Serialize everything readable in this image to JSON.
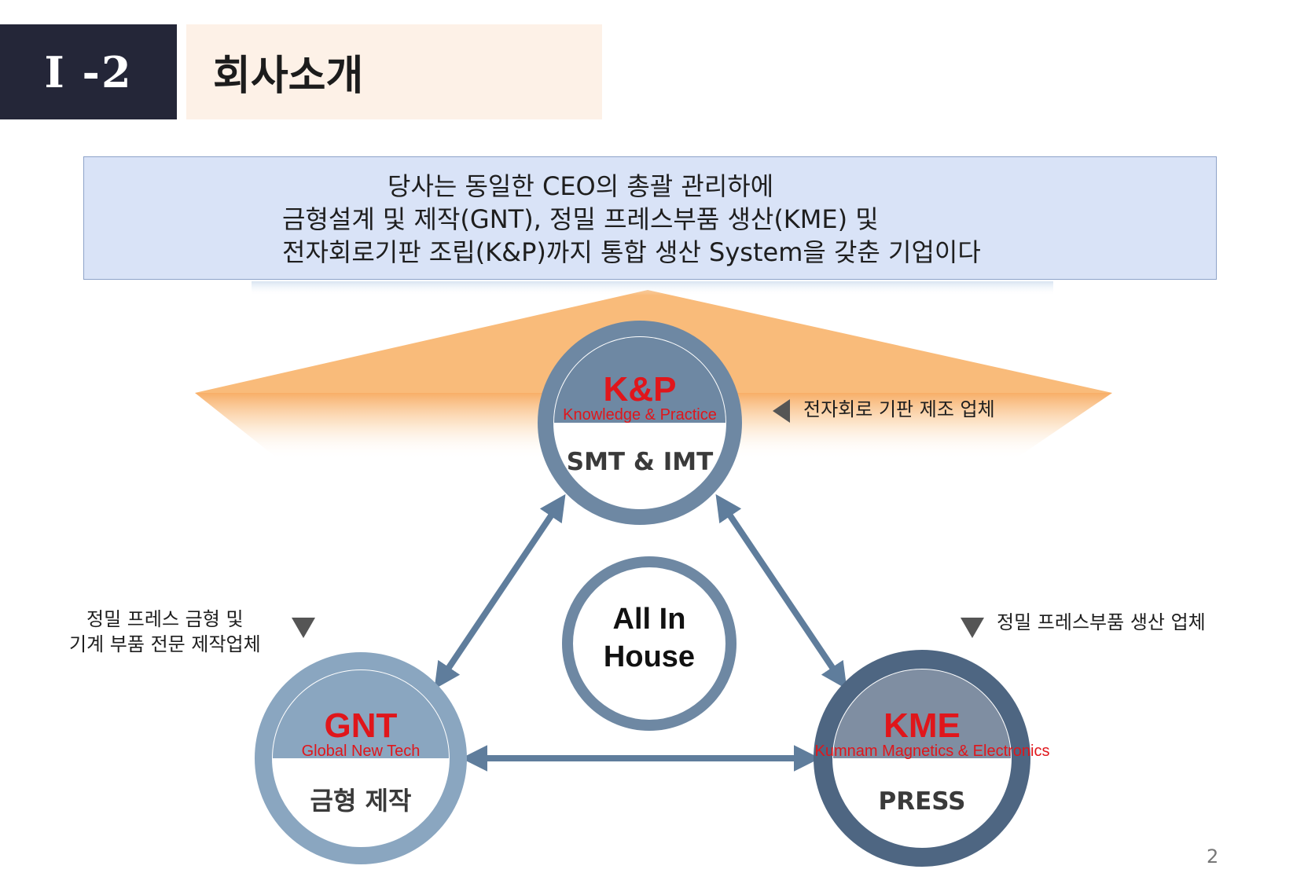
{
  "header": {
    "section_number": "I -2",
    "title": "회사소개"
  },
  "summary": {
    "lines": [
      "당사는 동일한 CEO의 총괄 관리하에",
      "금형설계 및 제작(GNT), 정밀 프레스부품 생산(KME) 및",
      "전자회로기판 조립(K&P)까지 통합 생산 System을 갖춘 기업이다"
    ]
  },
  "center": {
    "line1": "All In",
    "line2": "House"
  },
  "companies": {
    "kp": {
      "name": "K&P",
      "full_name": "Knowledge & Practice",
      "specialty": "SMT & IMT",
      "note": "전자회로 기판 제조 업체"
    },
    "gnt": {
      "name": "GNT",
      "full_name": "Global New Tech",
      "specialty": "금형 제작",
      "note_lines": [
        "정밀 프레스 금형 및",
        "기계 부품 전문 제작업체"
      ]
    },
    "kme": {
      "name": "KME",
      "full_name": "Kumnam Magnetics & Electronics",
      "specialty": "PRESS",
      "note": "정밀 프레스부품 생산 업체"
    }
  },
  "colors": {
    "header_dark": "#242638",
    "header_light": "#fdf1e7",
    "summary_bg": "#d9e3f7",
    "brand_red": "#e0161b",
    "ring_kp": "#6e88a3",
    "ring_gnt": "#8aa6c0",
    "ring_kme": "#4e6682",
    "arrow": "#5f7d9c"
  },
  "page": {
    "number": "2"
  }
}
